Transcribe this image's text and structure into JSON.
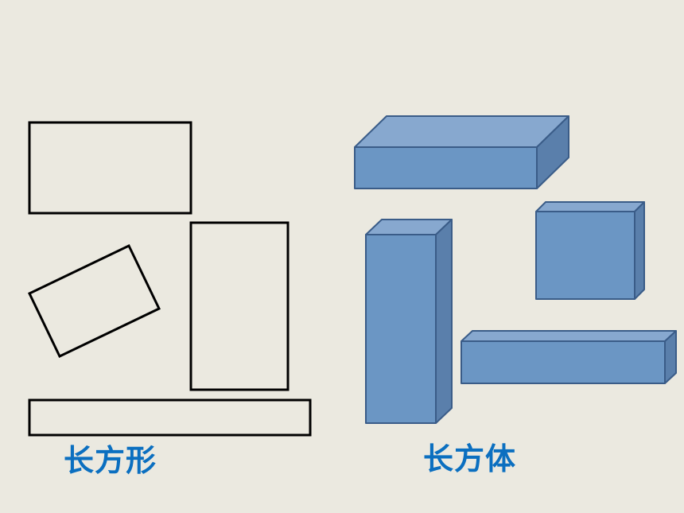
{
  "slide": {
    "background_color": "#ebe9e0",
    "label_color": "#0b6fc0"
  },
  "shapes_2d": {
    "caption": "长方形",
    "outline_color": "#000000",
    "count": 4
  },
  "shapes_3d": {
    "caption": "长方体",
    "front_color": "#6b96c4",
    "top_color": "#87a8cf",
    "side_color": "#5a7fab",
    "edge_color": "#3a5c88",
    "count": 4
  }
}
